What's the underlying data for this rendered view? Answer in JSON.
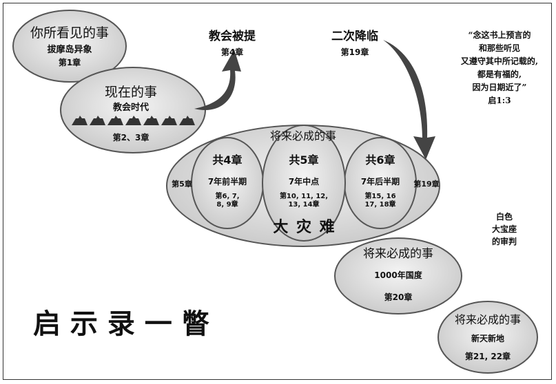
{
  "title": "启 示 录 一 瞥",
  "past": {
    "heading": "你所看见的事",
    "subtitle": "拔摩岛异象",
    "chapter": "第1章"
  },
  "present": {
    "heading": "现在的事",
    "subtitle": "教会时代",
    "chapter": "第2、3章"
  },
  "rapture": {
    "heading": "教会被提",
    "chapter": "第4章"
  },
  "second_coming": {
    "heading": "二次降临",
    "chapter": "第19章"
  },
  "quote": {
    "lines": [
      "“念这书上预言的",
      "和那些听见",
      "又遵守其中所记载的,",
      "都是有福的,",
      "因为日期近了”"
    ],
    "reference": "启1:3"
  },
  "future": {
    "heading": "将来必成的事",
    "left_label": "第5章",
    "right_label": "第19章",
    "tribulation": "大 灾 难",
    "sections": [
      {
        "heading": "共4章",
        "subtitle": "7年前半期",
        "chapters": "第6, 7,\n8, 9章"
      },
      {
        "heading": "共5章",
        "subtitle": "7年中点",
        "chapters": "第10, 11, 12,\n13, 14章"
      },
      {
        "heading": "共6章",
        "subtitle": "7年后半期",
        "chapters": "第15, 16\n17, 18章"
      }
    ]
  },
  "white_throne": {
    "lines": [
      "白色",
      "大宝座",
      "的审判"
    ]
  },
  "millennium": {
    "heading": "将来必成的事",
    "subtitle": "1000年国度",
    "chapter": "第20章"
  },
  "new_heaven": {
    "heading": "将来必成的事",
    "subtitle": "新天新地",
    "chapter": "第21, 22章"
  },
  "colors": {
    "ellipse_fill": "#dcdcdc",
    "ellipse_stroke": "#555555",
    "arrow": "#444444"
  }
}
